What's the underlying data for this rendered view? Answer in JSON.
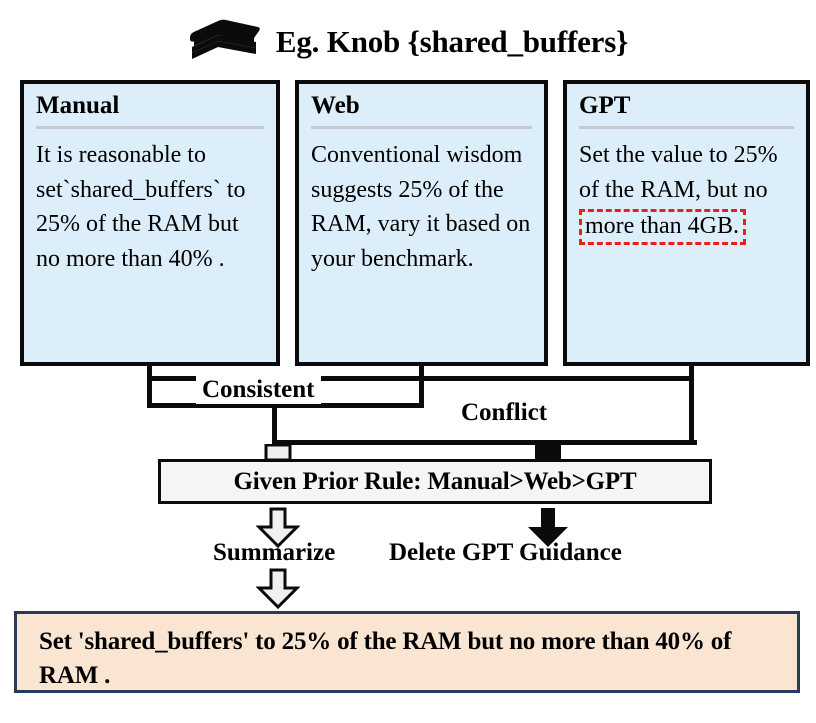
{
  "header": {
    "icon": "book-stack-icon",
    "title": "Eg. Knob {shared_buffers}"
  },
  "sources": [
    {
      "name": "manual",
      "title": "Manual",
      "body": "It is reasonable to set`shared_buffers` to 25% of the RAM but no more than 40% ."
    },
    {
      "name": "web",
      "title": "Web",
      "body": "Conventional wisdom suggests 25% of the RAM, vary it based on your benchmark."
    },
    {
      "name": "gpt",
      "title": "GPT",
      "body_prefix": "Set the value to 25% of the RAM, but no ",
      "body_highlighted": "more than  4GB.",
      "highlight_color": "#e8201a"
    }
  ],
  "connectors": {
    "consistent_label": "Consistent",
    "conflict_label": "Conflict"
  },
  "rule": {
    "text": "Given Prior Rule: Manual>Web>GPT"
  },
  "actions": {
    "summarize_label": "Summarize",
    "delete_label": "Delete GPT Guidance"
  },
  "result": {
    "text": "Set 'shared_buffers' to 25% of the RAM but no more than 40% of RAM ."
  },
  "colors": {
    "card_fill": "#dceef9",
    "card_border": "#0b0b0b",
    "rule_fill": "#f5f5f5",
    "result_fill": "#fae5d3",
    "result_border": "#2a3a5c",
    "highlight": "#e8201a"
  }
}
